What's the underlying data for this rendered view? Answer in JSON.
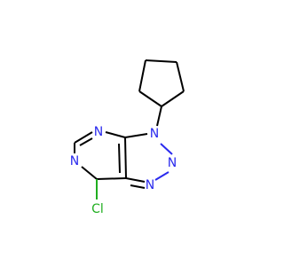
{
  "molecule": {
    "atoms": {
      "n_pyrimidine_top": "N",
      "n_pyrimidine_bottom": "N",
      "n_triazole_substituted": "N",
      "n_triazole_middle": "N",
      "n_triazole_lower": "N",
      "chlorine": "Cl"
    },
    "colors": {
      "bond": "#000000",
      "nitrogen": "#2a2aee",
      "chlorine": "#1fae1f",
      "background": "#ffffff"
    }
  }
}
